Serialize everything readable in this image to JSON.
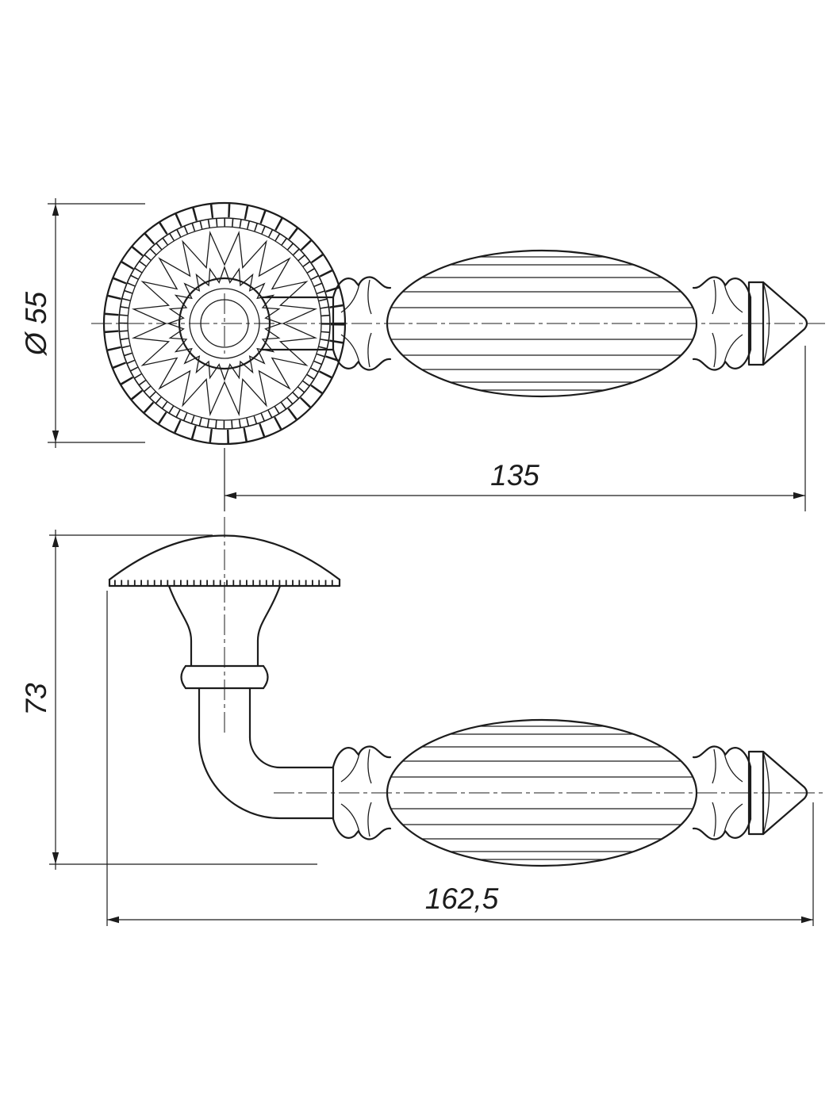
{
  "drawing": {
    "colors": {
      "line": "#1c1c1c",
      "background": "#ffffff"
    },
    "dimensions": {
      "rosette_diameter": "Ø 55",
      "axis_to_tip_length": "135",
      "height": "73",
      "overall_length": "162,5"
    }
  }
}
